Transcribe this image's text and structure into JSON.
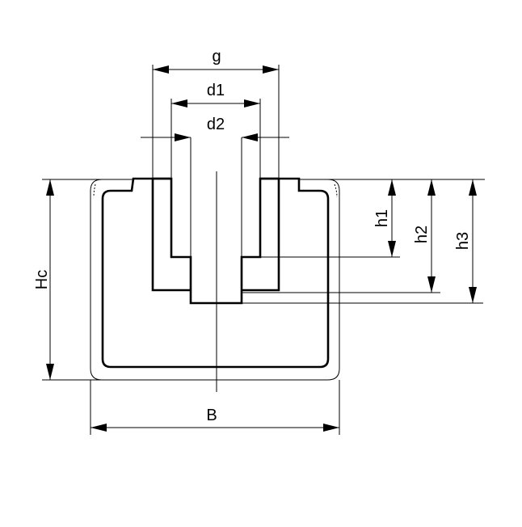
{
  "diagram": {
    "labels": {
      "g": "g",
      "d1": "d1",
      "d2": "d2",
      "h1": "h1",
      "h2": "h2",
      "h3": "h3",
      "hc": "Hc",
      "b": "B"
    }
  }
}
